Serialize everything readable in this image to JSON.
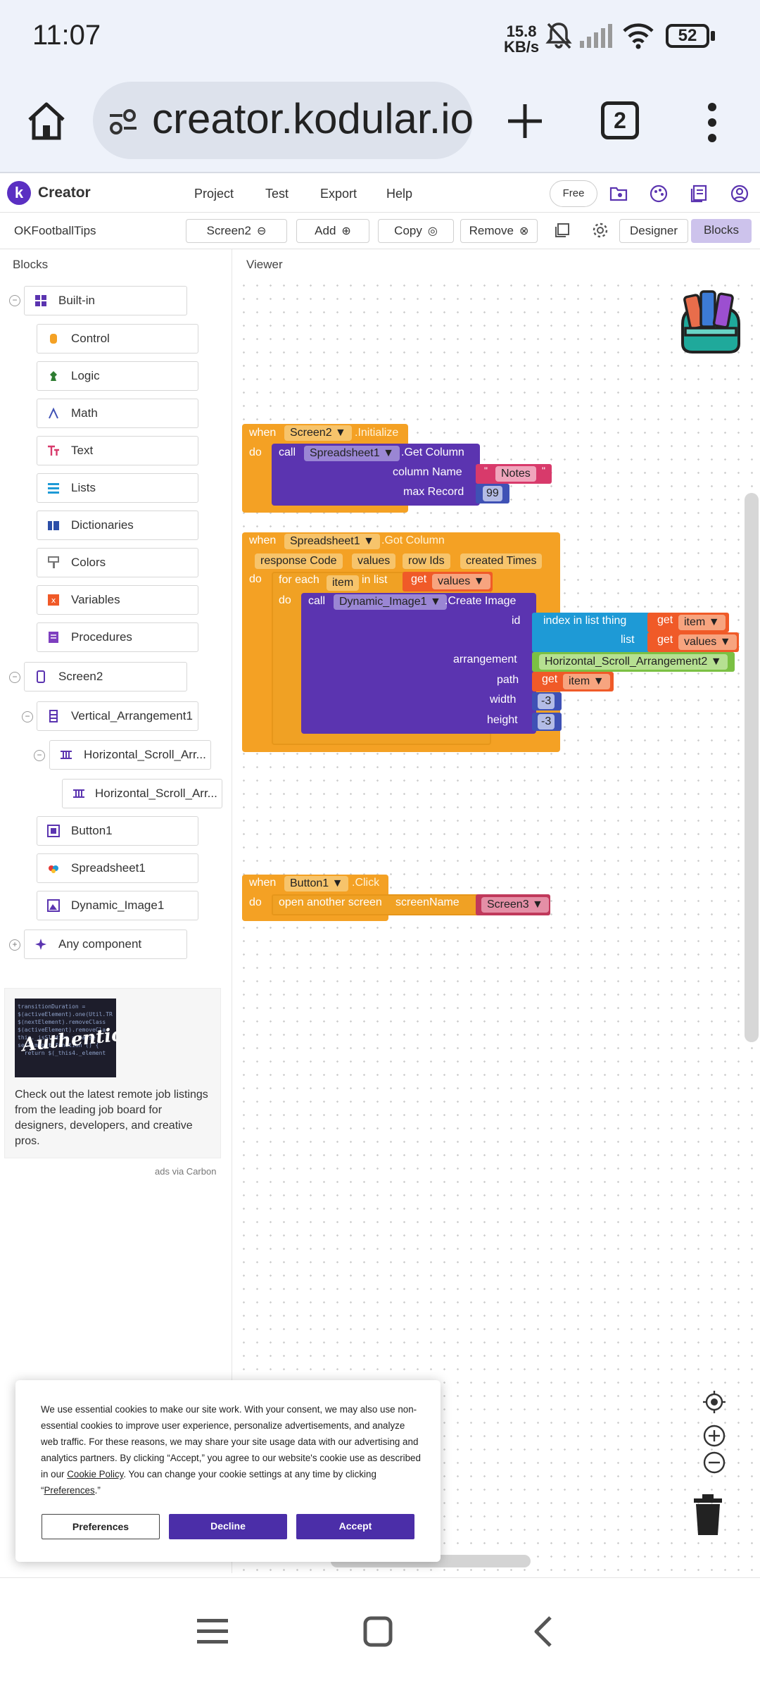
{
  "status_bar": {
    "time": "11:07",
    "speed_value": "15.8",
    "speed_unit": "KB/s",
    "battery": "52"
  },
  "browser": {
    "url": "creator.kodular.io",
    "visible_url": "creator.kodular.io",
    "tab_count": "2"
  },
  "app": {
    "name": "Creator",
    "nav": [
      "Project",
      "Test",
      "Export",
      "Help"
    ],
    "plan_label": "Free"
  },
  "project": {
    "name": "OKFootballTips",
    "screen_select": "Screen2",
    "add_label": "Add",
    "copy_label": "Copy",
    "remove_label": "Remove",
    "designer_label": "Designer",
    "blocks_label": "Blocks"
  },
  "left_panel": {
    "title": "Blocks",
    "builtin_label": "Built-in",
    "builtin_items": [
      "Control",
      "Logic",
      "Math",
      "Text",
      "Lists",
      "Dictionaries",
      "Colors",
      "Variables",
      "Procedures"
    ],
    "components": {
      "screen": "Screen2",
      "vertical": "Vertical_Arrangement1",
      "hscroll1": "Horizontal_Scroll_Arr...",
      "hscroll2": "Horizontal_Scroll_Arr...",
      "button": "Button1",
      "spreadsheet": "Spreadsheet1",
      "dynamic_image": "Dynamic_Image1"
    },
    "any_component": "Any component"
  },
  "ad": {
    "image_caption": "Authentic",
    "text": "Check out the latest remote job listings from the leading job board for designers, developers, and creative pros.",
    "via": "ads via Carbon"
  },
  "viewer": {
    "title": "Viewer",
    "block1": {
      "when": "when",
      "component": "Screen2",
      "event": ".Initialize",
      "do": "do",
      "call": "call",
      "callee": "Spreadsheet1",
      "method": ".Get Column",
      "param1": "column Name",
      "param1_value": "Notes",
      "param2": "max Record",
      "param2_value": "99"
    },
    "block2": {
      "when": "when",
      "component": "Spreadsheet1",
      "event": ".Got Column",
      "params": [
        "response Code",
        "values",
        "row Ids",
        "created Times"
      ],
      "do": "do",
      "foreach": "for each",
      "item": "item",
      "in_list": "in list",
      "get": "get",
      "get_values": "values",
      "do2": "do",
      "call": "call",
      "callee": "Dynamic_Image1",
      "method": ".Create Image",
      "id": "id",
      "index_in_list": "index in list  thing",
      "list": "list",
      "get_item": "item",
      "arrangement": "arrangement",
      "arrangement_value": "Horizontal_Scroll_Arrangement2",
      "path": "path",
      "path_item": "item",
      "width": "width",
      "width_value": "-3",
      "height": "height",
      "height_value": "-3"
    },
    "block3": {
      "when": "when",
      "component": "Button1",
      "event": ".Click",
      "do": "do",
      "action": "open another screen",
      "param": "screenName",
      "value": "Screen3"
    }
  },
  "cookie": {
    "text_a": "We use essential cookies to make our site work. With your consent, we may also use non-essential cookies to improve user experience, personalize advertisements, and analyze web traffic. For these reasons, we may share your site usage data with our advertising and analytics partners. By clicking “Accept,” you agree to our website's cookie use as described in our ",
    "policy_link": "Cookie Policy",
    "text_b": ". You can change your cookie settings at any time by clicking “",
    "prefs_link": "Preferences",
    "text_c": ".”",
    "preferences_btn": "Preferences",
    "decline_btn": "Decline",
    "accept_btn": "Accept"
  },
  "colors": {
    "accent": "#4b2ea8",
    "event_block": "#f4a124",
    "call_block": "#5b34b0",
    "text_block": "#d83a6b",
    "math_block": "#3f51b5",
    "list_block": "#1e9ad6",
    "get_block": "#f05a28",
    "component_block": "#7bc043"
  }
}
